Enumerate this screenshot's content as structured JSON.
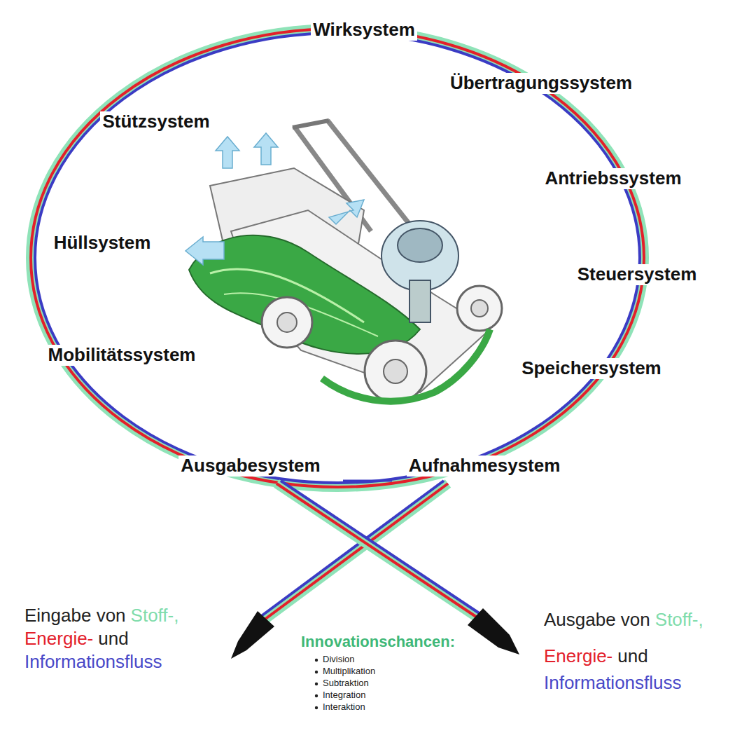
{
  "diagram": {
    "labels": [
      "Wirksystem",
      "Übertragungssystem",
      "Antriebssystem",
      "Steuersystem",
      "Speichersystem",
      "Aufnahmesystem",
      "Ausgabesystem",
      "Mobilitätssystem",
      "Hüllsystem",
      "Stützsystem",
      "Eingabe von",
      "Stoff-,",
      "Energie-",
      "und",
      "Informationsfluss",
      "Ausgabe von",
      "Stoff-,",
      "Energie-",
      "und",
      "Informationsfluss",
      "Innovationschancen:",
      "Division",
      "Multiplikation",
      "Subtraktion",
      "Integration",
      "Interaktion"
    ]
  }
}
